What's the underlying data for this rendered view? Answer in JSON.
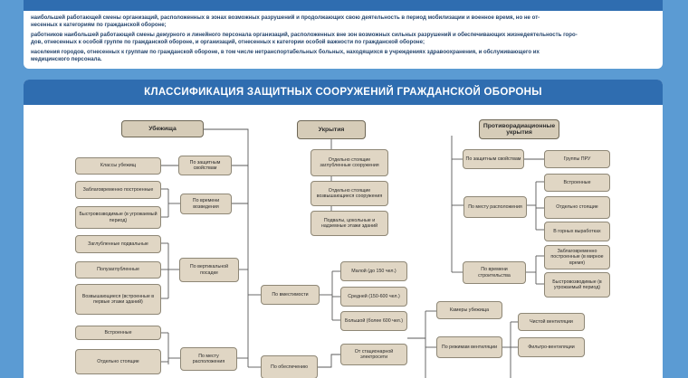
{
  "top_panel": {
    "lines": [
      "наибольшей работающей смены организаций, расположенных в зонах возможных разрушений и продолжающих свою деятельность в период мобилизации и военное время, но не от-",
      "несенных к категориям по гражданской обороне;",
      "работников наибольшей работающей смены дежурного и линейного персонала организаций, расположенных вне зон возможных сильных разрушений и обеспечивающих жизнедеятельность горо-",
      "дов, отнесенных к особой группе по гражданской обороне, и организаций, отнесенных к категории особой важности по гражданской обороне;",
      "населения городов, отнесенных к группам по гражданской обороне, в том числе нетранспортабельных больных, находящихся в учреждениях здравоохранения, и обслуживающего их",
      "медицинского персонала."
    ]
  },
  "main_panel": {
    "title": "КЛАССИФИКАЦИЯ ЗАЩИТНЫХ СООРУЖЕНИЙ ГРАЖДАНСКОЙ ОБОРОНЫ"
  },
  "diagram": {
    "nodes": {
      "shelters": "Убежища",
      "covers": "Укрытия",
      "pru": "Противорадиационные укрытия",
      "shelter_classes": "Классы убежищ",
      "by_protective": "По защитным свойствам",
      "pre_built": "Заблаговременно построенные",
      "quick_built": "Быстровозводимые (в угрожаемый период)",
      "by_build_time": "По времени возведения",
      "buried": "Заглубленные подвальные",
      "semi_buried": "Полузаглубленные",
      "elevated": "Возвышающиеся (встроенные в первые этажи зданий)",
      "by_vertical": "По вертикальной посадке",
      "built_in": "Встроенные",
      "standalone": "Отдельно стоящие",
      "by_location_shelter": "По месту расположения",
      "cover_buried_standalone": "Отдельно стоящие заглубленные сооружения",
      "cover_elevated_standalone": "Отдельно стоящие возвышающиеся сооружения",
      "cover_basements": "Подвалы, цокольные и надземные этажи зданий",
      "by_capacity": "По вместимости",
      "cap_small": "Малой (до 150 чел.)",
      "cap_medium": "Средней (150-600 чел.)",
      "cap_large": "Большой (более 600 чел.)",
      "by_power": "По обеспечению",
      "power_stationary": "От стационарной электросети",
      "shelter_cameras": "Камеры убежища",
      "by_ventilation": "По режимам вентиляции",
      "clean_vent": "Чистой вентиляции",
      "filter_vent": "Фильтро-вентиляции",
      "pru_by_protective": "По защитным свойствам",
      "pru_groups": "Группы ПРУ",
      "pru_by_location": "По месту расположения",
      "pru_built_in": "Встроенные",
      "pru_standalone": "Отдельно стоящие",
      "pru_mountain": "В горных выработках",
      "pru_by_time": "По времени строительства",
      "pru_pre_built": "Заблаговременно построенные (в мирное время)",
      "pru_quick_built": "Быстровозводимые (в угрожаемый период)"
    }
  }
}
